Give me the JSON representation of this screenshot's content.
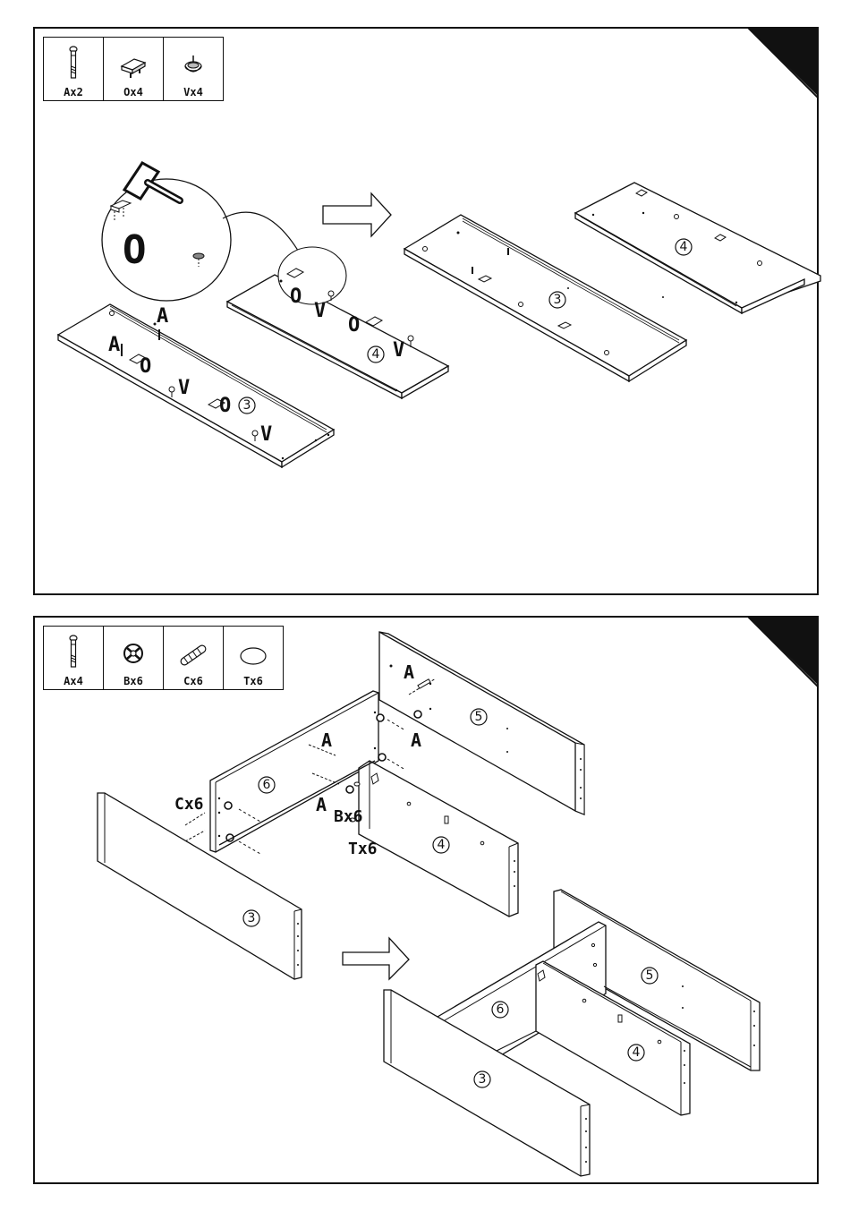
{
  "step1": {
    "parts": [
      {
        "icon": "cam-bolt-icon",
        "label": "Ax2"
      },
      {
        "icon": "connector-plug-icon",
        "label": "Ox4"
      },
      {
        "icon": "adjustable-foot-icon",
        "label": "Vx4"
      }
    ],
    "callouts": {
      "detail_O": "O",
      "board3_A_top": "A",
      "board3_A_left": "A",
      "board3_O_1": "O",
      "board3_V_1": "V",
      "board3_O_2": "O",
      "board3_V_2": "V",
      "board4_O_1": "O",
      "board4_V_1": "V",
      "board4_O_2": "O",
      "board4_V_2": "V"
    },
    "panel_numbers": {
      "board3_before": "3",
      "board4_before": "4",
      "board3_after": "3",
      "board4_after": "4"
    }
  },
  "step2": {
    "parts": [
      {
        "icon": "cam-bolt-icon",
        "label": "Ax4"
      },
      {
        "icon": "cam-lock-icon",
        "label": "Bx6"
      },
      {
        "icon": "wooden-dowel-icon",
        "label": "Cx6"
      },
      {
        "icon": "cover-cap-icon",
        "label": "Tx6"
      }
    ],
    "callouts": {
      "A_upper": "A",
      "A_right": "A",
      "A_mid": "A",
      "A_low": "A",
      "Cx6": "Cx6",
      "Bx6": "Bx6",
      "Tx6": "Tx6"
    },
    "panel_numbers": {
      "p5_before": "5",
      "p6_before": "6",
      "p4_before": "4",
      "p3_before": "3",
      "p5_after": "5",
      "p6_after": "6",
      "p4_after": "4",
      "p3_after": "3"
    }
  }
}
